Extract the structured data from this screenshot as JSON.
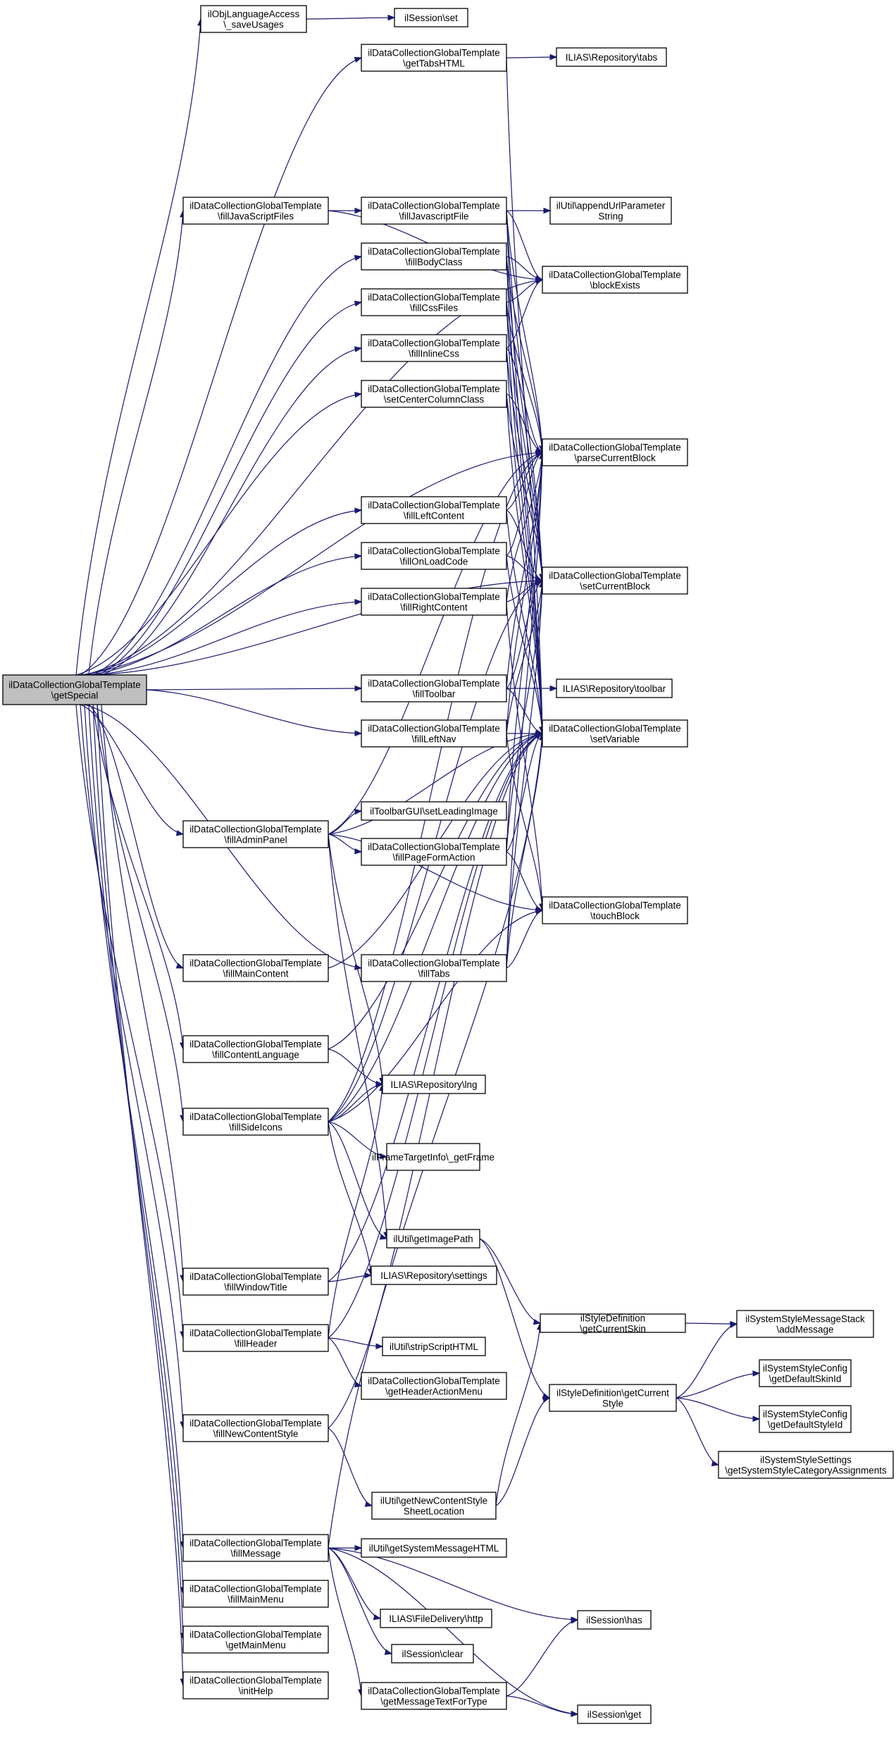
{
  "diagram": {
    "nodes": [
      {
        "id": "root",
        "label": "ilDataCollectionGlobalTemplate\\getSpecial"
      },
      {
        "id": "n_saveUsages",
        "label": "ilObjLanguageAccess\\_saveUsages"
      },
      {
        "id": "n_sessionSet",
        "label": "ilSession\\set"
      },
      {
        "id": "n_getTabsHTML",
        "label": "ilDataCollectionGlobalTemplate\\getTabsHTML"
      },
      {
        "id": "n_repoTabs",
        "label": "ILIAS\\Repository\\tabs"
      },
      {
        "id": "n_fillJavaScriptFiles",
        "label": "ilDataCollectionGlobalTemplate\\fillJavaScriptFiles"
      },
      {
        "id": "n_fillJavascriptFile",
        "label": "ilDataCollectionGlobalTemplate\\fillJavascriptFile"
      },
      {
        "id": "n_appendUrlParameterString",
        "label": "ilUtil\\appendUrlParameter String"
      },
      {
        "id": "n_fillBodyClass",
        "label": "ilDataCollectionGlobalTemplate\\fillBodyClass"
      },
      {
        "id": "n_blockExists",
        "label": "ilDataCollectionGlobalTemplate\\blockExists"
      },
      {
        "id": "n_fillCssFiles",
        "label": "ilDataCollectionGlobalTemplate\\fillCssFiles"
      },
      {
        "id": "n_fillInlineCss",
        "label": "ilDataCollectionGlobalTemplate\\fillInlineCss"
      },
      {
        "id": "n_setCenterColumnClass",
        "label": "ilDataCollectionGlobalTemplate\\setCenterColumnClass"
      },
      {
        "id": "n_parseCurrentBlock",
        "label": "ilDataCollectionGlobalTemplate\\parseCurrentBlock"
      },
      {
        "id": "n_fillLeftContent",
        "label": "ilDataCollectionGlobalTemplate\\fillLeftContent"
      },
      {
        "id": "n_fillOnLoadCode",
        "label": "ilDataCollectionGlobalTemplate\\fillOnLoadCode"
      },
      {
        "id": "n_setCurrentBlock",
        "label": "ilDataCollectionGlobalTemplate\\setCurrentBlock"
      },
      {
        "id": "n_fillRightContent",
        "label": "ilDataCollectionGlobalTemplate\\fillRightContent"
      },
      {
        "id": "n_fillToolbar",
        "label": "ilDataCollectionGlobalTemplate\\fillToolbar"
      },
      {
        "id": "n_repoToolbar",
        "label": "ILIAS\\Repository\\toolbar"
      },
      {
        "id": "n_fillLeftNav",
        "label": "ilDataCollectionGlobalTemplate\\fillLeftNav"
      },
      {
        "id": "n_setVariable",
        "label": "ilDataCollectionGlobalTemplate\\setVariable"
      },
      {
        "id": "n_fillAdminPanel",
        "label": "ilDataCollectionGlobalTemplate\\fillAdminPanel"
      },
      {
        "id": "n_setLeadingImage",
        "label": "ilToolbarGUI\\setLeadingImage"
      },
      {
        "id": "n_fillPageFormAction",
        "label": "ilDataCollectionGlobalTemplate\\fillPageFormAction"
      },
      {
        "id": "n_touchBlock",
        "label": "ilDataCollectionGlobalTemplate\\touchBlock"
      },
      {
        "id": "n_fillMainContent",
        "label": "ilDataCollectionGlobalTemplate\\fillMainContent"
      },
      {
        "id": "n_fillTabs",
        "label": "ilDataCollectionGlobalTemplate\\fillTabs"
      },
      {
        "id": "n_fillContentLanguage",
        "label": "ilDataCollectionGlobalTemplate\\fillContentLanguage"
      },
      {
        "id": "n_repoLng",
        "label": "ILIAS\\Repository\\lng"
      },
      {
        "id": "n_fillSideIcons",
        "label": "ilDataCollectionGlobalTemplate\\fillSideIcons"
      },
      {
        "id": "n_getFrame",
        "label": "ilFrameTargetInfo\\_getFrame"
      },
      {
        "id": "n_getImagePath",
        "label": "ilUtil\\getImagePath"
      },
      {
        "id": "n_fillWindowTitle",
        "label": "ilDataCollectionGlobalTemplate\\fillWindowTitle"
      },
      {
        "id": "n_repoSettings",
        "label": "ILIAS\\Repository\\settings"
      },
      {
        "id": "n_getCurrentSkin",
        "label": "ilStyleDefinition\\getCurrentSkin"
      },
      {
        "id": "n_addMessage",
        "label": "ilSystemStyleMessageStack\\addMessage"
      },
      {
        "id": "n_fillHeader",
        "label": "ilDataCollectionGlobalTemplate\\fillHeader"
      },
      {
        "id": "n_stripScriptHTML",
        "label": "ilUtil\\stripScriptHTML"
      },
      {
        "id": "n_getDefaultSkinId",
        "label": "ilSystemStyleConfig\\getDefaultSkinId"
      },
      {
        "id": "n_getCurrentStyle",
        "label": "ilStyleDefinition\\getCurrent Style"
      },
      {
        "id": "n_getHeaderActionMenu",
        "label": "ilDataCollectionGlobalTemplate\\getHeaderActionMenu"
      },
      {
        "id": "n_getDefaultStyleId",
        "label": "ilSystemStyleConfig\\getDefaultStyleId"
      },
      {
        "id": "n_fillNewContentStyle",
        "label": "ilDataCollectionGlobalTemplate\\fillNewContentStyle"
      },
      {
        "id": "n_getSystemStyleCategoryAssignments",
        "label": "ilSystemStyleSettings\\getSystemStyleCategoryAssignments"
      },
      {
        "id": "n_getNewContentStyleSheetLocation",
        "label": "ilUtil\\getNewContentStyle SheetLocation"
      },
      {
        "id": "n_fillMessage",
        "label": "ilDataCollectionGlobalTemplate\\fillMessage"
      },
      {
        "id": "n_getSystemMessageHTML",
        "label": "ilUtil\\getSystemMessageHTML"
      },
      {
        "id": "n_fillMainMenu",
        "label": "ilDataCollectionGlobalTemplate\\fillMainMenu"
      },
      {
        "id": "n_fileDeliveryHttp",
        "label": "ILIAS\\FileDelivery\\http"
      },
      {
        "id": "n_sessionHas",
        "label": "ilSession\\has"
      },
      {
        "id": "n_getMainMenu",
        "label": "ilDataCollectionGlobalTemplate\\getMainMenu"
      },
      {
        "id": "n_sessionClear",
        "label": "ilSession\\clear"
      },
      {
        "id": "n_getMessageTextForType",
        "label": "ilDataCollectionGlobalTemplate\\getMessageTextForType"
      },
      {
        "id": "n_initHelp",
        "label": "ilDataCollectionGlobalTemplate\\initHelp"
      },
      {
        "id": "n_sessionGet",
        "label": "ilSession\\get"
      }
    ],
    "edges": [
      [
        "root",
        "n_saveUsages"
      ],
      [
        "root",
        "n_getTabsHTML"
      ],
      [
        "root",
        "n_blockExists"
      ],
      [
        "root",
        "n_fillJavaScriptFiles"
      ],
      [
        "root",
        "n_fillBodyClass"
      ],
      [
        "root",
        "n_fillCssFiles"
      ],
      [
        "root",
        "n_fillInlineCss"
      ],
      [
        "root",
        "n_setCenterColumnClass"
      ],
      [
        "root",
        "n_parseCurrentBlock"
      ],
      [
        "root",
        "n_fillLeftContent"
      ],
      [
        "root",
        "n_fillOnLoadCode"
      ],
      [
        "root",
        "n_fillRightContent"
      ],
      [
        "root",
        "n_setCurrentBlock"
      ],
      [
        "root",
        "n_fillToolbar"
      ],
      [
        "root",
        "n_fillLeftNav"
      ],
      [
        "root",
        "n_fillAdminPanel"
      ],
      [
        "root",
        "n_fillTabs"
      ],
      [
        "root",
        "n_fillMainContent"
      ],
      [
        "root",
        "n_fillContentLanguage"
      ],
      [
        "root",
        "n_fillSideIcons"
      ],
      [
        "root",
        "n_fillWindowTitle"
      ],
      [
        "root",
        "n_fillHeader"
      ],
      [
        "root",
        "n_fillNewContentStyle"
      ],
      [
        "root",
        "n_fillMessage"
      ],
      [
        "root",
        "n_fillMainMenu"
      ],
      [
        "root",
        "n_getMainMenu"
      ],
      [
        "root",
        "n_initHelp"
      ],
      [
        "n_saveUsages",
        "n_sessionSet"
      ],
      [
        "n_getTabsHTML",
        "n_repoTabs"
      ],
      [
        "n_getTabsHTML",
        "n_setVariable"
      ],
      [
        "n_fillJavaScriptFiles",
        "n_fillJavascriptFile"
      ],
      [
        "n_fillJavaScriptFiles",
        "n_blockExists"
      ],
      [
        "n_fillJavascriptFile",
        "n_appendUrlParameterString"
      ],
      [
        "n_fillJavascriptFile",
        "n_blockExists"
      ],
      [
        "n_fillJavascriptFile",
        "n_parseCurrentBlock"
      ],
      [
        "n_fillJavascriptFile",
        "n_setCurrentBlock"
      ],
      [
        "n_fillJavascriptFile",
        "n_setVariable"
      ],
      [
        "n_fillBodyClass",
        "n_blockExists"
      ],
      [
        "n_fillBodyClass",
        "n_parseCurrentBlock"
      ],
      [
        "n_fillBodyClass",
        "n_setCurrentBlock"
      ],
      [
        "n_fillBodyClass",
        "n_setVariable"
      ],
      [
        "n_fillCssFiles",
        "n_blockExists"
      ],
      [
        "n_fillCssFiles",
        "n_parseCurrentBlock"
      ],
      [
        "n_fillCssFiles",
        "n_setCurrentBlock"
      ],
      [
        "n_fillCssFiles",
        "n_setVariable"
      ],
      [
        "n_fillInlineCss",
        "n_blockExists"
      ],
      [
        "n_fillInlineCss",
        "n_parseCurrentBlock"
      ],
      [
        "n_fillInlineCss",
        "n_setCurrentBlock"
      ],
      [
        "n_fillInlineCss",
        "n_setVariable"
      ],
      [
        "n_setCenterColumnClass",
        "n_parseCurrentBlock"
      ],
      [
        "n_setCenterColumnClass",
        "n_setCurrentBlock"
      ],
      [
        "n_setCenterColumnClass",
        "n_setVariable"
      ],
      [
        "n_fillLeftContent",
        "n_parseCurrentBlock"
      ],
      [
        "n_fillLeftContent",
        "n_setCurrentBlock"
      ],
      [
        "n_fillLeftContent",
        "n_setVariable"
      ],
      [
        "n_fillOnLoadCode",
        "n_parseCurrentBlock"
      ],
      [
        "n_fillOnLoadCode",
        "n_setCurrentBlock"
      ],
      [
        "n_fillOnLoadCode",
        "n_setVariable"
      ],
      [
        "n_fillRightContent",
        "n_parseCurrentBlock"
      ],
      [
        "n_fillRightContent",
        "n_setCurrentBlock"
      ],
      [
        "n_fillRightContent",
        "n_touchBlock"
      ],
      [
        "n_fillToolbar",
        "n_repoToolbar"
      ],
      [
        "n_fillToolbar",
        "n_parseCurrentBlock"
      ],
      [
        "n_fillToolbar",
        "n_setCurrentBlock"
      ],
      [
        "n_fillToolbar",
        "n_setVariable"
      ],
      [
        "n_fillLeftNav",
        "n_parseCurrentBlock"
      ],
      [
        "n_fillLeftNav",
        "n_setCurrentBlock"
      ],
      [
        "n_fillLeftNav",
        "n_setVariable"
      ],
      [
        "n_fillLeftNav",
        "n_touchBlock"
      ],
      [
        "n_fillAdminPanel",
        "n_setLeadingImage"
      ],
      [
        "n_fillAdminPanel",
        "n_fillPageFormAction"
      ],
      [
        "n_fillAdminPanel",
        "n_parseCurrentBlock"
      ],
      [
        "n_fillAdminPanel",
        "n_touchBlock"
      ],
      [
        "n_fillAdminPanel",
        "n_repoLng"
      ],
      [
        "n_fillAdminPanel",
        "n_getImagePath"
      ],
      [
        "n_fillAdminPanel",
        "n_setVariable"
      ],
      [
        "n_fillPageFormAction",
        "n_parseCurrentBlock"
      ],
      [
        "n_fillPageFormAction",
        "n_setCurrentBlock"
      ],
      [
        "n_fillPageFormAction",
        "n_setVariable"
      ],
      [
        "n_fillPageFormAction",
        "n_touchBlock"
      ],
      [
        "n_fillMainContent",
        "n_setVariable"
      ],
      [
        "n_fillTabs",
        "n_parseCurrentBlock"
      ],
      [
        "n_fillTabs",
        "n_setCurrentBlock"
      ],
      [
        "n_fillTabs",
        "n_setVariable"
      ],
      [
        "n_fillTabs",
        "n_touchBlock"
      ],
      [
        "n_fillContentLanguage",
        "n_repoLng"
      ],
      [
        "n_fillContentLanguage",
        "n_setVariable"
      ],
      [
        "n_fillSideIcons",
        "n_repoLng"
      ],
      [
        "n_fillSideIcons",
        "n_getFrame"
      ],
      [
        "n_fillSideIcons",
        "n_getImagePath"
      ],
      [
        "n_fillSideIcons",
        "n_repoSettings"
      ],
      [
        "n_fillSideIcons",
        "n_parseCurrentBlock"
      ],
      [
        "n_fillSideIcons",
        "n_setCurrentBlock"
      ],
      [
        "n_fillSideIcons",
        "n_setVariable"
      ],
      [
        "n_fillSideIcons",
        "n_touchBlock"
      ],
      [
        "n_getImagePath",
        "n_getCurrentSkin"
      ],
      [
        "n_getImagePath",
        "n_getCurrentStyle"
      ],
      [
        "n_fillWindowTitle",
        "n_repoSettings"
      ],
      [
        "n_fillWindowTitle",
        "n_setVariable"
      ],
      [
        "n_fillHeader",
        "n_repoLng"
      ],
      [
        "n_fillHeader",
        "n_stripScriptHTML"
      ],
      [
        "n_fillHeader",
        "n_getHeaderActionMenu"
      ],
      [
        "n_fillHeader",
        "n_setVariable"
      ],
      [
        "n_getCurrentSkin",
        "n_addMessage"
      ],
      [
        "n_getCurrentStyle",
        "n_addMessage"
      ],
      [
        "n_getCurrentStyle",
        "n_getDefaultSkinId"
      ],
      [
        "n_getCurrentStyle",
        "n_getDefaultStyleId"
      ],
      [
        "n_getCurrentStyle",
        "n_getSystemStyleCategoryAssignments"
      ],
      [
        "n_fillNewContentStyle",
        "n_getNewContentStyleSheetLocation"
      ],
      [
        "n_fillNewContentStyle",
        "n_setVariable"
      ],
      [
        "n_getNewContentStyleSheetLocation",
        "n_getCurrentSkin"
      ],
      [
        "n_getNewContentStyleSheetLocation",
        "n_getCurrentStyle"
      ],
      [
        "n_fillMessage",
        "n_getSystemMessageHTML"
      ],
      [
        "n_fillMessage",
        "n_fileDeliveryHttp"
      ],
      [
        "n_fillMessage",
        "n_sessionHas"
      ],
      [
        "n_fillMessage",
        "n_sessionClear"
      ],
      [
        "n_fillMessage",
        "n_getMessageTextForType"
      ],
      [
        "n_fillMessage",
        "n_sessionGet"
      ],
      [
        "n_fillMessage",
        "n_setVariable"
      ],
      [
        "n_getMessageTextForType",
        "n_sessionHas"
      ],
      [
        "n_getMessageTextForType",
        "n_sessionGet"
      ]
    ]
  }
}
